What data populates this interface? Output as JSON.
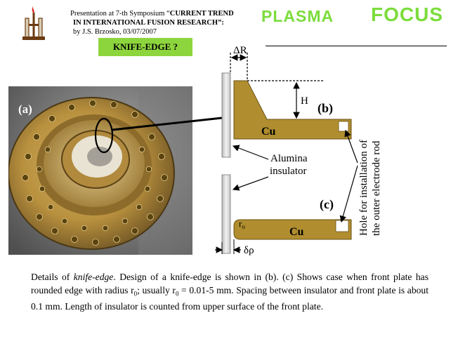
{
  "header": {
    "line1_prefix": "Presentation at 7-th Symposium “",
    "line1_bold": "CURRENT TREND",
    "line2_bold": "IN INTERNATIONAL FUSION RESEARCH",
    "line2_suffix": "”:",
    "line3": "by J.S. Brzosko,  03/07/2007"
  },
  "title": {
    "word1": "PLASMA",
    "word2": "FOCUS"
  },
  "knife_badge": "KNIFE-EDGE ?",
  "photo": {
    "label": "(a)"
  },
  "diagram": {
    "delta_r": "ΔR",
    "h": "H",
    "label_b": "(b)",
    "label_c": "(c)",
    "cu_b": "Cu",
    "cu_c": "Cu",
    "alumina_line1": "Alumina",
    "alumina_line2": "insulator",
    "r0": "r",
    "r0_sub": "o",
    "delta_rho": "δρ",
    "hole_line1": "Hole for installation of",
    "hole_line2": "the outer electrode rod"
  },
  "caption": {
    "p1": "Details of ",
    "p2": "knife-edge",
    "p3": ".  Design of a knife-edge is shown in (b).  (c) Shows case when front plate has rounded edge with radius r",
    "p4": "0",
    "p5": "; usually r",
    "p6": "0",
    "p7": " = 0.01-5 mm. Spacing between insulator and front plate is about 0.1 mm.  Length of insulator is counted from upper surface of the front plate."
  },
  "colors": {
    "accent_green": "#7cdc3c",
    "badge_green": "#8dd53d",
    "copper": "#b08d2f"
  }
}
